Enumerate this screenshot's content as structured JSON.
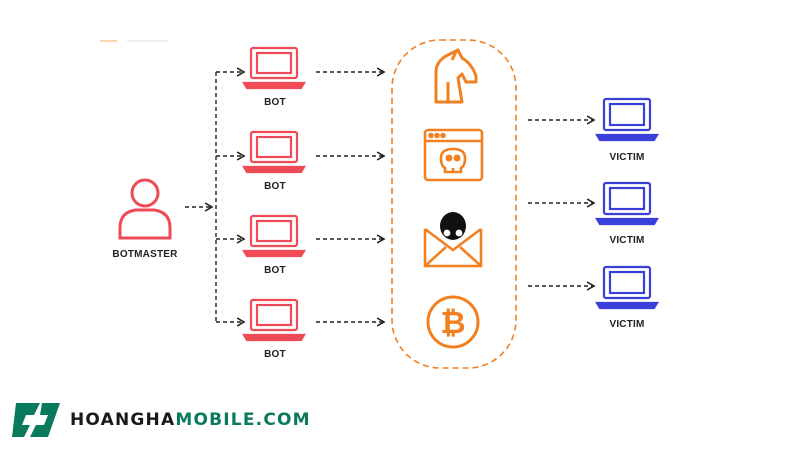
{
  "diagram": {
    "botmaster_label": "BOTMASTER",
    "bot_labels": [
      "BOT",
      "BOT",
      "BOT",
      "BOT"
    ],
    "victim_labels": [
      "VICTIM",
      "VICTIM",
      "VICTIM"
    ],
    "attack_icons": [
      "trojan-horse-icon",
      "malware-browser-skull-icon",
      "phishing-email-icon",
      "bitcoin-icon"
    ]
  },
  "brand": {
    "logo_text_a": "HOANGHA",
    "logo_text_b": "MOBILE.COM"
  },
  "colors": {
    "botmaster": "#ef4b56",
    "bot": "#ef4b56",
    "attack": "#f28020",
    "victim": "#3b3fd9",
    "arrow": "#222222",
    "brand_green": "#0a7a5c"
  }
}
